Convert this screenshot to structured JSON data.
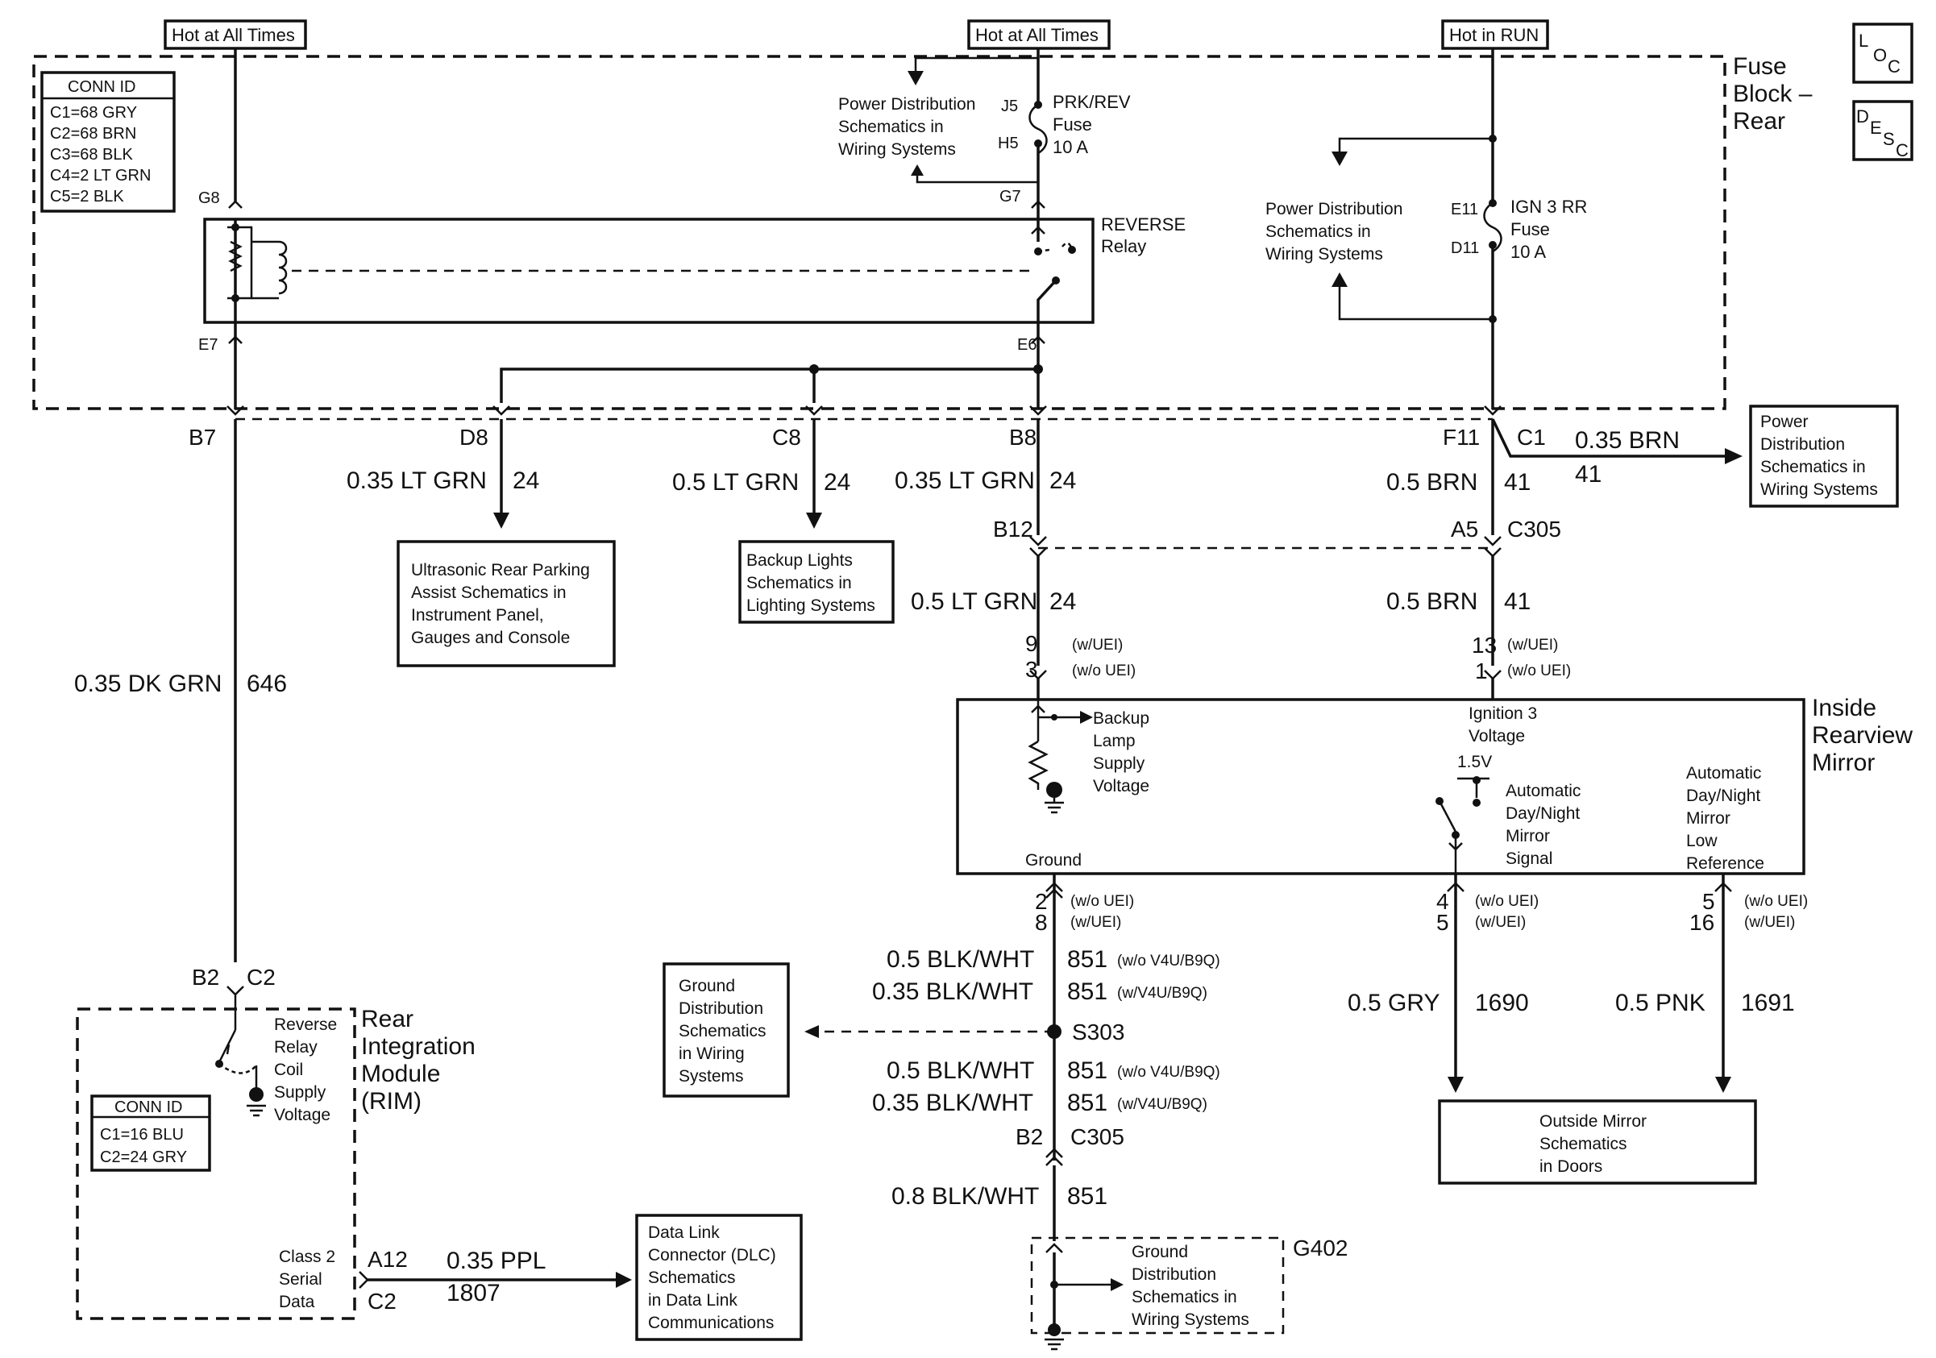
{
  "hot_labels": {
    "hot1": "Hot at All Times",
    "hot2": "Hot at All Times",
    "hot3": "Hot in RUN"
  },
  "fuse_block": {
    "title1": "Fuse",
    "title2": "Block –",
    "title3": "Rear",
    "conn_title": "CONN ID",
    "conn": [
      "C1=68 GRY",
      "C2=68 BRN",
      "C3=68 BLK",
      "C4=2 LT GRN",
      "C5=2 BLK"
    ],
    "g8": "G8",
    "e7": "E7",
    "g7": "G7",
    "e6": "E6",
    "j5": "J5",
    "h5": "H5",
    "e11": "E11",
    "d11": "D11",
    "fuse1": [
      "PRK/REV",
      "Fuse",
      "10 A"
    ],
    "fuse2": [
      "IGN 3 RR",
      "Fuse",
      "10 A"
    ],
    "pd1": [
      "Power Distribution",
      "Schematics in",
      "Wiring Systems"
    ],
    "pd2": [
      "Power Distribution",
      "Schematics in",
      "Wiring Systems"
    ],
    "relay": [
      "REVERSE",
      "Relay"
    ]
  },
  "loc": {
    "l": "L",
    "o": "O",
    "c": "C"
  },
  "desc": {
    "d": "D",
    "e": "E",
    "s": "S",
    "c": "C"
  },
  "pins": {
    "b7": "B7",
    "d8": "D8",
    "c8": "C8",
    "b8": "B8",
    "f11": "F11",
    "c1": "C1",
    "b12": "B12",
    "a5": "A5",
    "c305": "C305",
    "b2": "B2",
    "c2": "C2",
    "b2b": "B2",
    "c305b": "C305",
    "a12": "A12",
    "c2b": "C2",
    "s303": "S303",
    "g402": "G402"
  },
  "wires": {
    "w1": "0.35 LT GRN",
    "w1n": "24",
    "w2": "0.5 LT GRN",
    "w2n": "24",
    "w3": "0.35 LT GRN",
    "w3n": "24",
    "w4": "0.5 BRN",
    "w4n": "41",
    "w5": "0.35 BRN",
    "w5n": "41",
    "w6": "0.5 LT GRN",
    "w6n": "24",
    "w7": "0.5 BRN",
    "w7n": "41",
    "w8": "0.35 DK GRN",
    "w8n": "646",
    "w9": "0.5 BLK/WHT",
    "w9n": "851",
    "w9s": "(w/o V4U/B9Q)",
    "w10": "0.35 BLK/WHT",
    "w10n": "851",
    "w10s": "(w/V4U/B9Q)",
    "w11": "0.5 BLK/WHT",
    "w11n": "851",
    "w11s": "(w/o V4U/B9Q)",
    "w12": "0.35 BLK/WHT",
    "w12n": "851",
    "w12s": "(w/V4U/B9Q)",
    "w13": "0.8 BLK/WHT",
    "w13n": "851",
    "w14": "0.5 GRY",
    "w14n": "1690",
    "w15": "0.5 PNK",
    "w15n": "1691",
    "w16": "0.35 PPL",
    "w16n": "1807"
  },
  "pin_opts": {
    "p9": "9",
    "p9s": "(w/UEI)",
    "p3": "3",
    "p3s": "(w/o UEI)",
    "p13": "13",
    "p13s": "(w/UEI)",
    "p1": "1",
    "p1s": "(w/o UEI)",
    "p2": "2",
    "p2s": "(w/o UEI)",
    "p8": "8",
    "p8s": "(w/UEI)",
    "p4": "4",
    "p4s": "(w/o UEI)",
    "p5": "5",
    "p5s": "(w/UEI)",
    "p5b": "5",
    "p5bs": "(w/o UEI)",
    "p16": "16",
    "p16s": "(w/UEI)"
  },
  "boxes": {
    "ultra": [
      "Ultrasonic Rear Parking",
      "Assist Schematics in",
      "Instrument Panel,",
      "Gauges and Console"
    ],
    "backup": [
      "Backup Lights",
      "Schematics in",
      "Lighting Systems"
    ],
    "pdright": [
      "Power",
      "Distribution",
      "Schematics in",
      "Wiring Systems"
    ],
    "gdist": [
      "Ground",
      "Distribution",
      "Schematics",
      "in Wiring",
      "Systems"
    ],
    "outside": [
      "Outside Mirror",
      "Schematics",
      "in Doors"
    ],
    "dlc": [
      "Data Link",
      "Connector (DLC)",
      "Schematics",
      "in Data Link",
      "Communications"
    ],
    "g402": [
      "Ground",
      "Distribution",
      "Schematics in",
      "Wiring Systems"
    ]
  },
  "mirror": {
    "title": [
      "Inside",
      "Rearview",
      "Mirror"
    ],
    "backup": [
      "Backup",
      "Lamp",
      "Supply",
      "Voltage"
    ],
    "ign": [
      "Ignition 3",
      "Voltage"
    ],
    "v15": "1.5V",
    "auto": [
      "Automatic",
      "Day/Night",
      "Mirror",
      "Signal"
    ],
    "low": [
      "Automatic",
      "Day/Night",
      "Mirror",
      "Low",
      "Reference"
    ],
    "ground": "Ground"
  },
  "rim": {
    "title": [
      "Rear",
      "Integration",
      "Module",
      "(RIM)"
    ],
    "coil": [
      "Reverse",
      "Relay",
      "Coil",
      "Supply",
      "Voltage"
    ],
    "conn_title": "CONN ID",
    "conn": [
      "C1=16 BLU",
      "C2=24 GRY"
    ],
    "class2": [
      "Class 2",
      "Serial",
      "Data"
    ]
  }
}
